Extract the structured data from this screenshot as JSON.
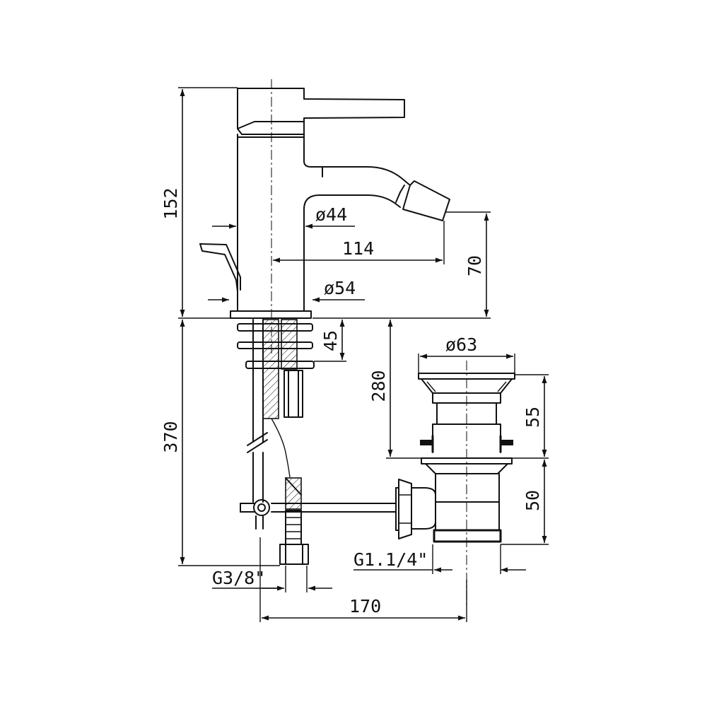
{
  "dimensions": {
    "height_total": "152",
    "spout_diameter": "ø44",
    "spout_reach": "114",
    "spout_height": "70",
    "body_diameter": "ø54",
    "deck_thickness": "45",
    "hose_length": "370",
    "waste_diameter": "ø63",
    "waste_depth": "280",
    "waste_upper": "55",
    "waste_lower": "50",
    "waste_thread": "G1.1/4\"",
    "supply_thread": "G3/8\"",
    "waste_offset": "170"
  },
  "colors": {
    "line": "#111111",
    "background": "#ffffff"
  }
}
